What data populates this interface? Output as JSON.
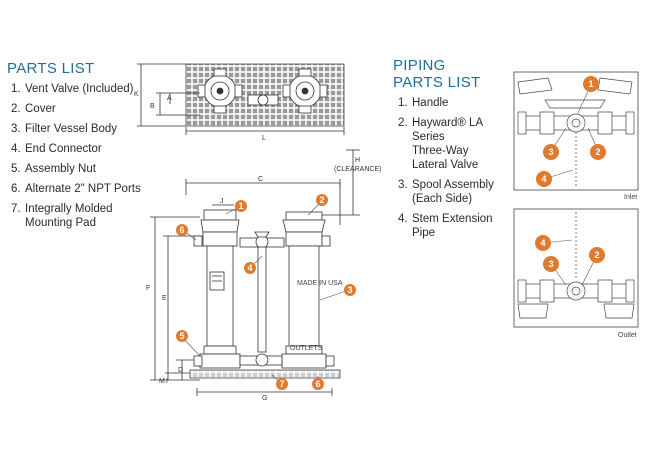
{
  "parts_list": {
    "title": "PARTS LIST",
    "items": [
      {
        "num": "1.",
        "label": "Vent Valve (Included)"
      },
      {
        "num": "2.",
        "label": "Cover"
      },
      {
        "num": "3.",
        "label": "Filter Vessel Body"
      },
      {
        "num": "4.",
        "label": "End Connector"
      },
      {
        "num": "5.",
        "label": "Assembly Nut"
      },
      {
        "num": "6.",
        "label": "Alternate 2\" NPT Ports"
      },
      {
        "num": "7.",
        "label": "Integrally Molded\nMounting Pad"
      }
    ]
  },
  "piping_parts_list": {
    "title_line1": "PIPING",
    "title_line2": "PARTS LIST",
    "items": [
      {
        "num": "1.",
        "label": "Handle"
      },
      {
        "num": "2.",
        "label": "Hayward® LA Series\nThree-Way\nLateral Valve"
      },
      {
        "num": "3.",
        "label": "Spool Assembly\n(Each Side)"
      },
      {
        "num": "4.",
        "label": "Stem Extension Pipe"
      }
    ]
  },
  "dimensions": {
    "top_view": {
      "k": "K",
      "a": "A",
      "b": "B",
      "l": "L"
    },
    "side_view": {
      "h": "H",
      "clearance": "(CLEARANCE)",
      "c": "C",
      "j": "J",
      "e": "E",
      "f": "F",
      "d": "D",
      "m": "M",
      "i": "I",
      "g": "G"
    }
  },
  "vessel_labels": {
    "made_in_usa": "MADE IN USA",
    "outlets": "OUTLETS"
  },
  "callouts": {
    "side": [
      "1",
      "2",
      "3",
      "4",
      "5",
      "6",
      "6",
      "7"
    ],
    "inlet": [
      "1",
      "2",
      "3",
      "4"
    ],
    "outlet": [
      "2",
      "3",
      "4"
    ]
  },
  "captions": {
    "inlet": "Inlet",
    "outlet": "Outlet"
  },
  "colors": {
    "accent": "#1f6f95",
    "callout": "#e07a2c",
    "line": "#333333"
  }
}
